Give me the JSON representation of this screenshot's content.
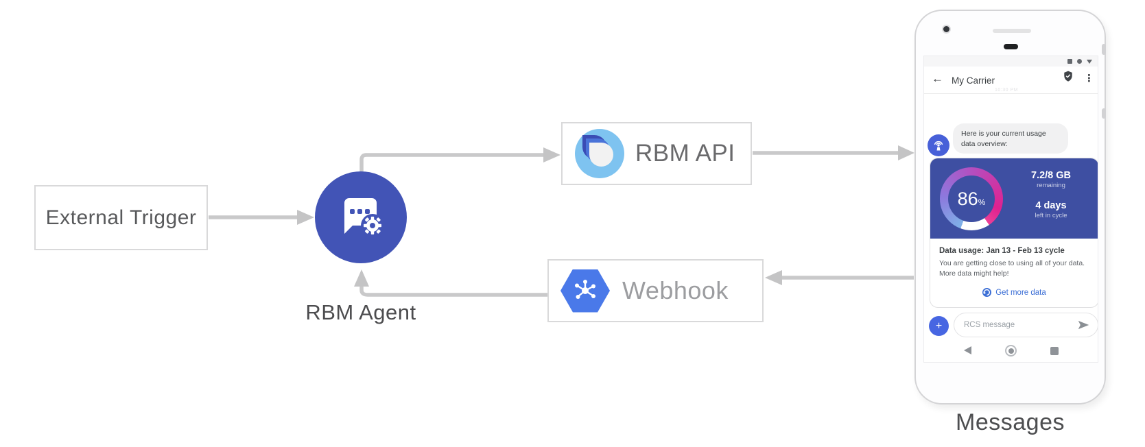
{
  "diagram": {
    "nodes": {
      "external_trigger": {
        "label": "External Trigger"
      },
      "rbm_agent": {
        "label": "RBM Agent",
        "icon": "chat-bubble-gear-icon",
        "color": "#4254b6"
      },
      "rbm_api": {
        "label": "RBM API",
        "icon": "rbm-drop-logo-icon"
      },
      "webhook": {
        "label": "Webhook",
        "icon": "cloud-hexagon-hub-icon",
        "icon_color": "#4a79e9"
      }
    },
    "arrow_color": "#c7c7c8"
  },
  "phone": {
    "label": "Messages",
    "status_icons": [
      "square-icon",
      "dot-icon",
      "triangle-down-icon"
    ],
    "app_bar": {
      "back_icon": "←",
      "title": "My Carrier",
      "faint_timestamp": "10:30 PM",
      "verified_icon": "shield-check-icon",
      "menu_icon": "⋮"
    },
    "chat": {
      "agent_avatar_icon": "broadcast-antenna-icon",
      "bubble_text": "Here is your current usage data overview:",
      "card": {
        "gauge": {
          "percent": "86",
          "percent_symbol": "%",
          "value": "7.2/8 GB",
          "value_caption": "remaining",
          "days": "4 days",
          "days_caption": "left in cycle",
          "background": "#3e4fa2",
          "gradient": [
            "#7fb1e8",
            "#8d78dd",
            "#b44fc0",
            "#e0218f"
          ]
        },
        "title": "Data usage: Jan 13 - Feb 13 cycle",
        "body_line1": "You are getting close to using all of your data.",
        "body_line2": "More data might help!",
        "link_label": "Get more data",
        "link_icon": "globe-data-icon",
        "link_color": "#3b6ed5"
      },
      "input": {
        "plus_label": "+",
        "placeholder": "RCS message",
        "send_icon": "send-arrow-icon"
      },
      "nav_icons": [
        "back-triangle-icon",
        "home-circle-icon",
        "recents-square-icon"
      ]
    }
  }
}
